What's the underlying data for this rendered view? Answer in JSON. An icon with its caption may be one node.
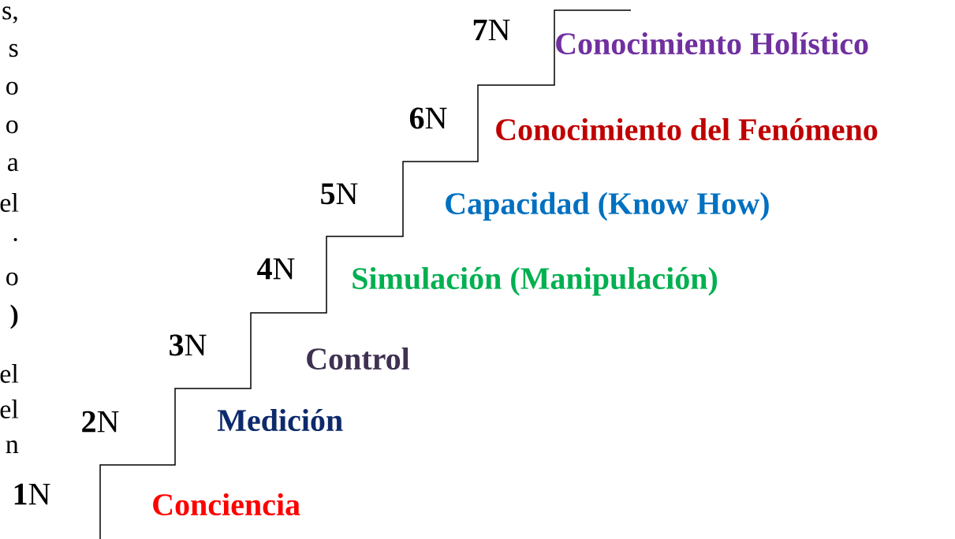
{
  "diagram": {
    "labels": [
      "s,",
      "s",
      "o",
      "o",
      "a",
      "el",
      ".",
      "o",
      "**)**",
      "el",
      "el",
      "n",
      "**7**N",
      "Conocimiento Holístico",
      "**6**N",
      "Conocimiento del Fenómeno",
      "**5**N",
      "Capacidad (Know How)",
      "**4**N",
      "Simulación (Manipulación)",
      "**3**N",
      "Control",
      "**2**N",
      "Medición",
      "**1**N",
      "Conciencia"
    ]
  }
}
